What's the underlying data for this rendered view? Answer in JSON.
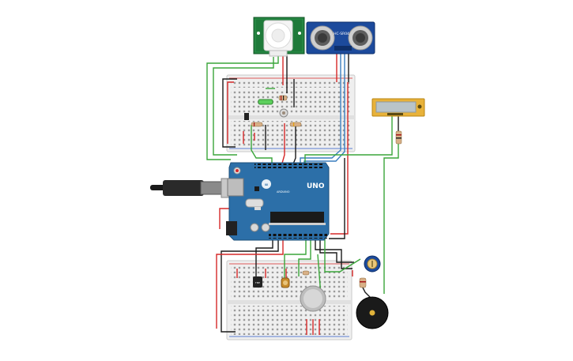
{
  "components": {
    "ultrasonic": {
      "label": "HC-SR04"
    },
    "arduino": {
      "brand": "ARDUINO",
      "model": "UNO"
    },
    "sensor_chip": {
      "label": "TMP"
    }
  },
  "colors": {
    "board": "#2c6fa8",
    "breadboard": "#eeeeee",
    "wire_red": "#d62828",
    "wire_black": "#1a1a1a",
    "wire_green": "#3aa63a",
    "wire_blue": "#3a7ebf",
    "wire_gray": "#888888",
    "pir_pcb": "#1f7a3a",
    "lcd_frame": "#e8b23a",
    "lcd_screen": "#b9c4c9"
  }
}
